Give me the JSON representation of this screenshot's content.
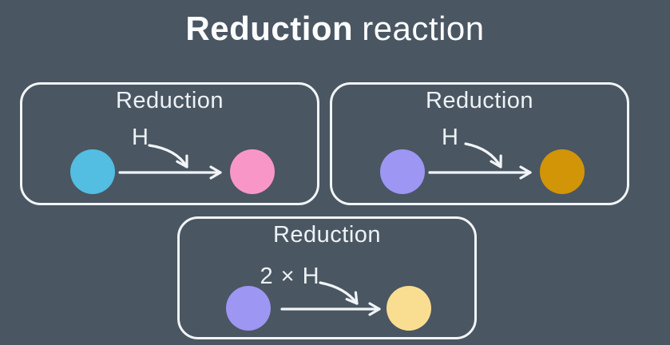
{
  "title": {
    "bold": "Reduction",
    "regular": "reaction"
  },
  "colors": {
    "background": "#4A5662",
    "line_white": "#F1F5F7",
    "title_white": "#FBFDFE"
  },
  "boxes": [
    {
      "label": "Reduction",
      "agent_label": "H",
      "reactant_color": "#53BDE2",
      "product_color": "#F897C7"
    },
    {
      "label": "Reduction",
      "agent_label": "H",
      "reactant_color": "#9D96F2",
      "product_color": "#D29507"
    },
    {
      "label": "Reduction",
      "agent_label": "2 × H",
      "reactant_color": "#9D96F2",
      "product_color": "#F9DE92"
    }
  ]
}
